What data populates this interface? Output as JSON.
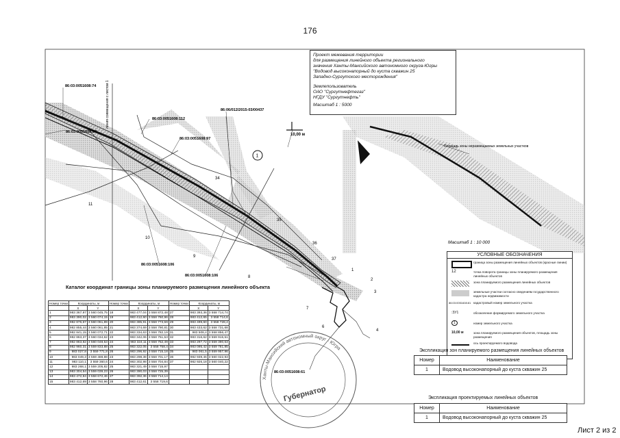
{
  "page_number": "176",
  "sheet_label": "Лист 2 из 2",
  "title_block": {
    "lines": [
      "Проект межевания территории",
      "для размещения линейного объекта регионального",
      "значения Ханты-Мансийского автономного округа-Югры",
      "\"Водовод высоконапорный до куста скважин 25",
      "Западно-Сургутского месторождения\""
    ],
    "landuser_label": "Землепользователь",
    "landusers": [
      "ОАО \"Сургутнефтегаз\"",
      "НГДУ \"Сургутнефть\""
    ],
    "scale": "Масштаб  1 : 5000"
  },
  "map": {
    "parcels": [
      "86:03:0051608:74",
      "86:03:0051608:84",
      "86:03:0051608:112",
      "86:03:0051608:97",
      "86:06/012/2015-03/00437",
      "86:03:0051608:106",
      "86:03:0051608:106",
      "86:03:0051608:61"
    ],
    "side_note": "линия совмещения с листом 1",
    "scale_bar": "10,00 м",
    "point_numbers": [
      "1",
      "2",
      "3",
      "4",
      "6",
      "7",
      "8",
      "9",
      "10",
      "11",
      "34",
      "35",
      "36",
      "37"
    ],
    "circle_label": "1",
    "inset_note": "Площадь зоны неразмещаемых земельных участков",
    "inset_scale": "Масштаб  1 : 10 000"
  },
  "legend": {
    "title": "УСЛОВНЫЕ ОБОЗНАЧЕНИЯ",
    "items": [
      "граница зоны размещения линейных объектов (красные линии)",
      "точка поворота границы зоны планируемого размещения линейных объектов",
      "зона планируемого размещения линейных объектов",
      "земельные участки согласно сведениям государственного кадастра недвижимости",
      "кадастровый номер земельного участка",
      "обозначение формируемого земельного участка",
      "номер земельного участка",
      "зона планируемого размещения объектов, площадь зоны размещения",
      "ось проектируемого водовода"
    ],
    "symbols": [
      "",
      "12",
      "",
      "",
      "86:03:0051608:81",
      ":ЗУ1",
      "1",
      "10,00 м",
      ""
    ]
  },
  "catalog": {
    "title": "Каталог координат границы зоны планируемого размещения линейного объекта",
    "header_num": "Номер точки",
    "header_coords": "Координаты, м",
    "header_x": "X",
    "header_y": "Y",
    "rows": [
      [
        "1",
        "983 367,97",
        "3 560 045,75",
        "18",
        "983 477,04",
        "3 558 872,48",
        "27",
        "983 393,36",
        "3 558 714,74"
      ],
      [
        "2",
        "983 390,02",
        "3 560 074,15",
        "19",
        "983 412,60",
        "3 558 760,96",
        "28",
        "983 412,65",
        "3 558 714,6"
      ],
      [
        "3",
        "982 876,67",
        "3 560 061,89",
        "20",
        "983 385,91",
        "3 558 773,59",
        "29",
        "983 499,60",
        "3 558 728,4"
      ],
      [
        "4",
        "982 855,44",
        "3 560 061,85",
        "21",
        "983 374,69",
        "3 558 790,81",
        "30",
        "983 433,62",
        "3 558 731,68"
      ],
      [
        "5",
        "982 841,15",
        "3 560 072,71",
        "22",
        "983 334,63",
        "3 558 782,19",
        "31",
        "983 508,4",
        "3 558 856,47"
      ],
      [
        "6",
        "982 863,37",
        "3 560 034,62",
        "23",
        "983 342,06",
        "3 558 751,53",
        "32",
        "983 316,62",
        "3 559 915,51"
      ],
      [
        "7",
        "982 863,82",
        "3 560 048,53",
        "24",
        "983 324,11",
        "3 558 752,49",
        "33",
        "983 297,72",
        "3 559 390,63"
      ],
      [
        "8",
        "982 960,31",
        "3 559 833,88",
        "25",
        "983 322,05",
        "3 558 758,4",
        "34",
        "983 095,42",
        "3 559 781,85"
      ],
      [
        "9",
        "983 027,8",
        "3 559 771,8",
        "26",
        "983 296,92",
        "3 558 715,18",
        "35",
        "983 061,5",
        "3 559 957,96"
      ],
      [
        "10",
        "983 049,3",
        "3 559 488,88",
        "23",
        "983 298,38",
        "3 558 701,17",
        "36",
        "982 939,46",
        "3 560 022,93"
      ],
      [
        "11",
        "983 110,1",
        "3 559 360,6",
        "24",
        "983 302,98",
        "3 558 704,84",
        "37",
        "982 926,18",
        "3 560 040,22"
      ],
      [
        "12",
        "983 268,1",
        "3 559 205,82",
        "25",
        "983 321,49",
        "3 558 715,97",
        "",
        "",
        ""
      ],
      [
        "13",
        "983 304,54",
        "3 559 039,23",
        "26",
        "983 390,03",
        "3 558 725,39",
        "",
        "",
        ""
      ],
      [
        "14",
        "983 472,84",
        "3 558 672,46",
        "27",
        "983 392,36",
        "3 558 714,14",
        "",
        "",
        ""
      ],
      [
        "15",
        "983 412,69",
        "3 558 760,96",
        "28",
        "983 412,61",
        "3 558 719,6",
        "",
        "",
        ""
      ]
    ]
  },
  "explication1": {
    "title": "Экспликация зон планируемого размещения линейных объектов",
    "col_num": "Номер",
    "col_name": "Наименование",
    "rows": [
      [
        "1",
        "Водовод высоконапорный до куста скважин 25"
      ]
    ]
  },
  "explication2": {
    "title": "Экспликация проектируемых линейных объектов",
    "col_num": "Номер",
    "col_name": "Наименование",
    "rows": [
      [
        "1",
        "Водовод высоконапорный до куста скважин 25"
      ]
    ]
  },
  "stamp": {
    "ring_text": "Ханты-Мансийский автономный округ - Югра",
    "center_text": "Губернатор"
  },
  "colors": {
    "hatch": "#9a9a9a",
    "line": "#111111"
  }
}
